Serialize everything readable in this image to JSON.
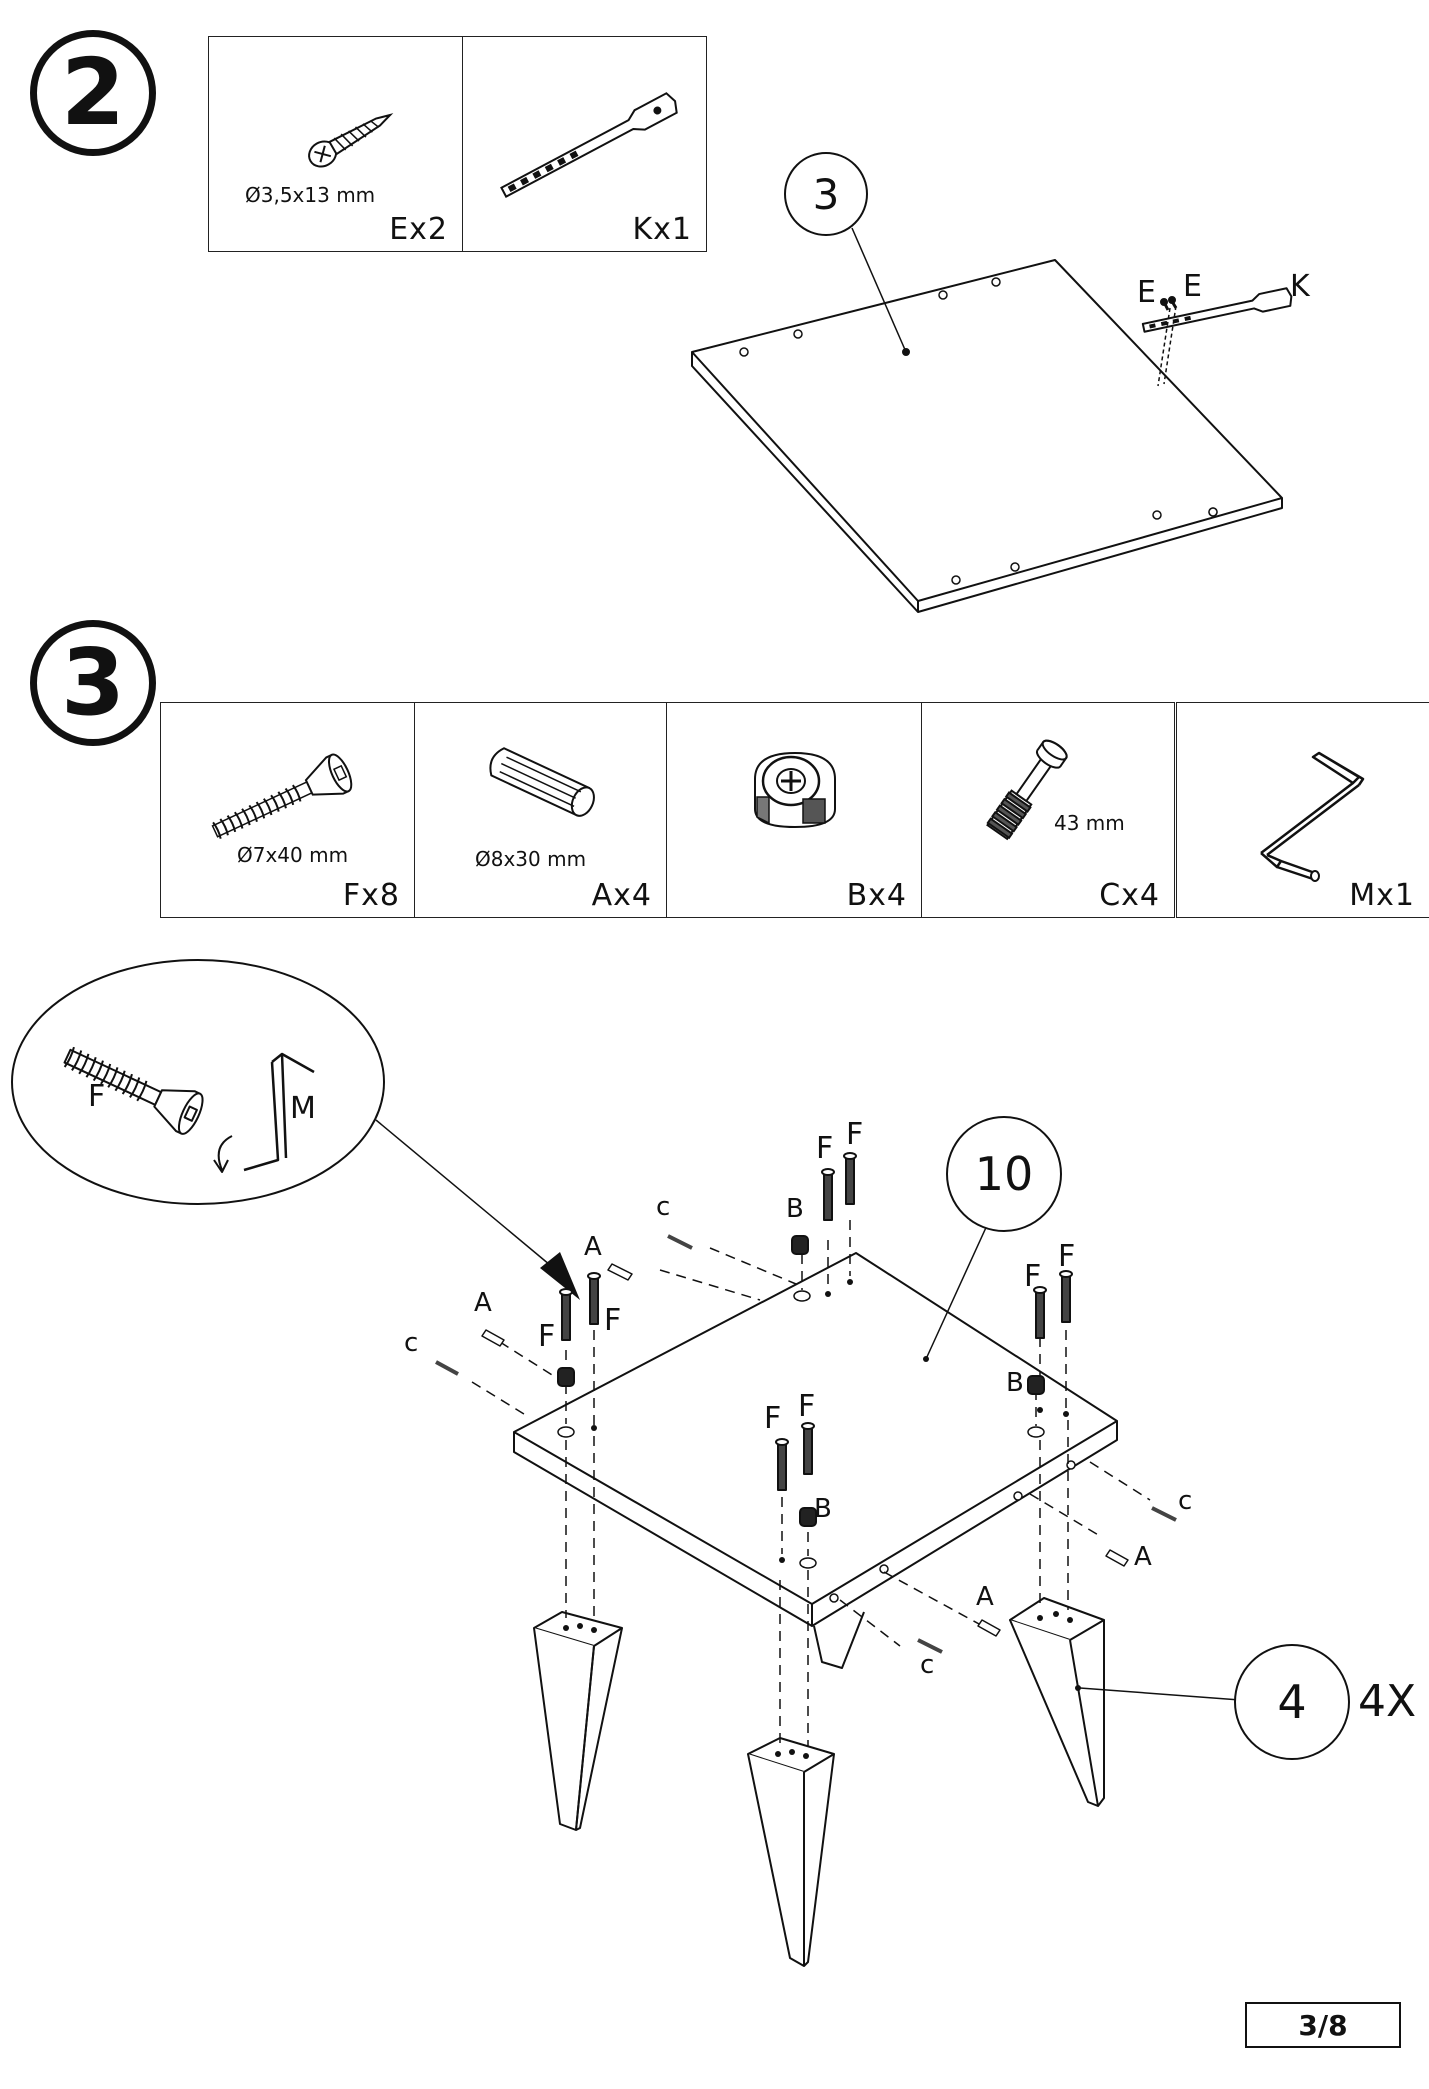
{
  "steps": [
    {
      "number": "2",
      "parts": [
        {
          "size": "Ø3,5x13 mm",
          "qty": "Ex2",
          "icon": "screw-icon"
        },
        {
          "size": "",
          "qty": "Kx1",
          "icon": "connector-plate-icon"
        }
      ],
      "labels": {
        "panel": "3",
        "e1": "E",
        "e2": "E",
        "k": "K"
      }
    },
    {
      "number": "3",
      "parts": [
        {
          "size": "Ø7x40 mm",
          "qty": "Fx8",
          "icon": "leg-bolt-icon"
        },
        {
          "size": "Ø8x30 mm",
          "qty": "Ax4",
          "icon": "wooden-dowel-icon"
        },
        {
          "size": "",
          "qty": "Bx4",
          "icon": "cam-lock-icon"
        },
        {
          "size": "43 mm",
          "qty": "Cx4",
          "icon": "cam-bolt-icon"
        },
        {
          "size": "",
          "qty": "Mx1",
          "icon": "allen-key-icon"
        }
      ],
      "detail": {
        "bolt": "F",
        "key": "M"
      },
      "labels": {
        "top": "10",
        "leg": "4",
        "leg_qty": "4X",
        "F": "F",
        "A": "A",
        "B": "B",
        "C": "c"
      }
    }
  ],
  "page": "3/8"
}
